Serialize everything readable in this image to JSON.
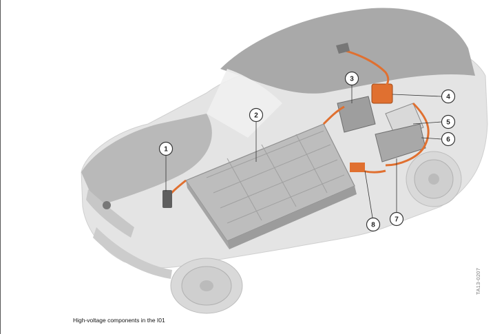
{
  "figure": {
    "caption": "High-voltage components in the I01",
    "code": "TA13-0207"
  },
  "callouts": [
    {
      "id": "1",
      "label": "1"
    },
    {
      "id": "2",
      "label": "2"
    },
    {
      "id": "3",
      "label": "3"
    },
    {
      "id": "4",
      "label": "4"
    },
    {
      "id": "5",
      "label": "5"
    },
    {
      "id": "6",
      "label": "6"
    },
    {
      "id": "7",
      "label": "7"
    },
    {
      "id": "8",
      "label": "8"
    }
  ],
  "colors": {
    "body": "#d6d6d6",
    "roof": "#a9a9a9",
    "cable": "#e07030",
    "battery": "#bdbdbd",
    "callout_ring": "#333333"
  }
}
